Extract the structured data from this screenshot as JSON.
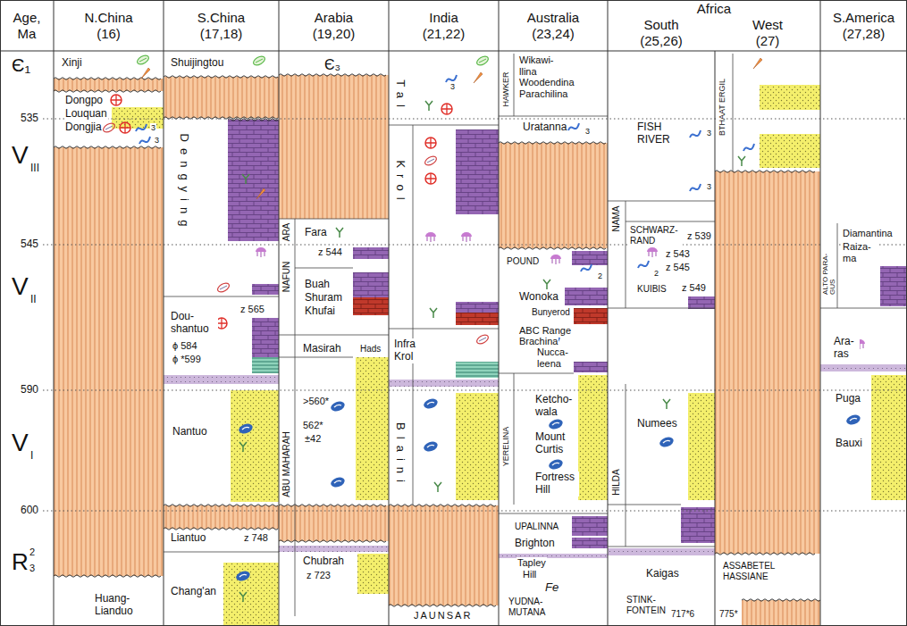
{
  "diagram": {
    "nodes": [
      {
        "text": [
          "Age, Ma"
        ]
      },
      {
        "text": [
          "N.China",
          "(16)"
        ]
      },
      {
        "text": [
          "S.China",
          "(17,18)"
        ]
      },
      {
        "text": [
          "Arabia",
          "(19,20)"
        ]
      },
      {
        "text": [
          "India",
          "(21,22)"
        ]
      },
      {
        "text": [
          "Australia",
          "(23,24)"
        ]
      },
      {
        "text": [
          "Africa"
        ]
      },
      {
        "text": [
          "South",
          "(25,26)"
        ],
        "in": 6
      },
      {
        "text": [
          "West",
          "(27)"
        ],
        "in": 6
      },
      {
        "text": [
          "S.America",
          "(27,28)"
        ]
      }
    ],
    "labels": [
      "Є₁",
      "535",
      "V",
      "III",
      "545",
      "V",
      "II",
      "590",
      "V",
      "I",
      "600",
      "R",
      "2",
      "3",
      "Xinji",
      "Dongpo",
      "Louquan",
      "Dongjia",
      "3",
      "3",
      "Huang- Lianduo",
      "Shuijingtou",
      "Dengying",
      "z 565",
      "Dou- shantuo",
      "ϕ 584",
      "ϕ *599",
      "Nantuo",
      "Liantuo",
      "z 748",
      "Chang'an",
      "Є₃",
      "ARA",
      "NAFUN",
      "Fara",
      "z 544",
      "Buah",
      "Shuram",
      "Khufai",
      "Masirah",
      "Hads",
      "ABU MAHARAH",
      ">560*",
      "562*",
      "±42",
      "Chubrah",
      "z 723",
      "Tal",
      "3",
      "Krol",
      "Infra Krol",
      "Blaini",
      "JAUNSAR",
      "HAWKER",
      "Wikawi- llina",
      "Woodendina",
      "Parachilina",
      "Uratanna",
      "3",
      "POUND",
      "2",
      "Wonoka",
      "Bunyerod",
      "ABC Range",
      "Brachina",
      "Nucca- leena",
      "YERELINA",
      "Ketcho- wala",
      "Mount Curtis",
      "Fortress Hill",
      "UPALINNA",
      "Brighton",
      "Tapley",
      "Hill",
      "Fe",
      "YUDNA- MUTANA",
      "NAMA",
      "FISH RIVER",
      "3",
      "3",
      "SCHWARZ- RAND",
      "z 539",
      "z 543",
      "z 545",
      "2",
      "KUIBIS",
      "z 549",
      "HILDA",
      "Numees",
      "Kaigas",
      "STINK- FONTEIN",
      "717*6",
      "775*",
      "BTHAAT ERGIL",
      "ASSABETEL HASSIANE",
      "ALTO PARA- GUS",
      "Diamantina",
      "Raiza- ma",
      "Ara- ras",
      "Puga",
      "Bauxi"
    ]
  }
}
